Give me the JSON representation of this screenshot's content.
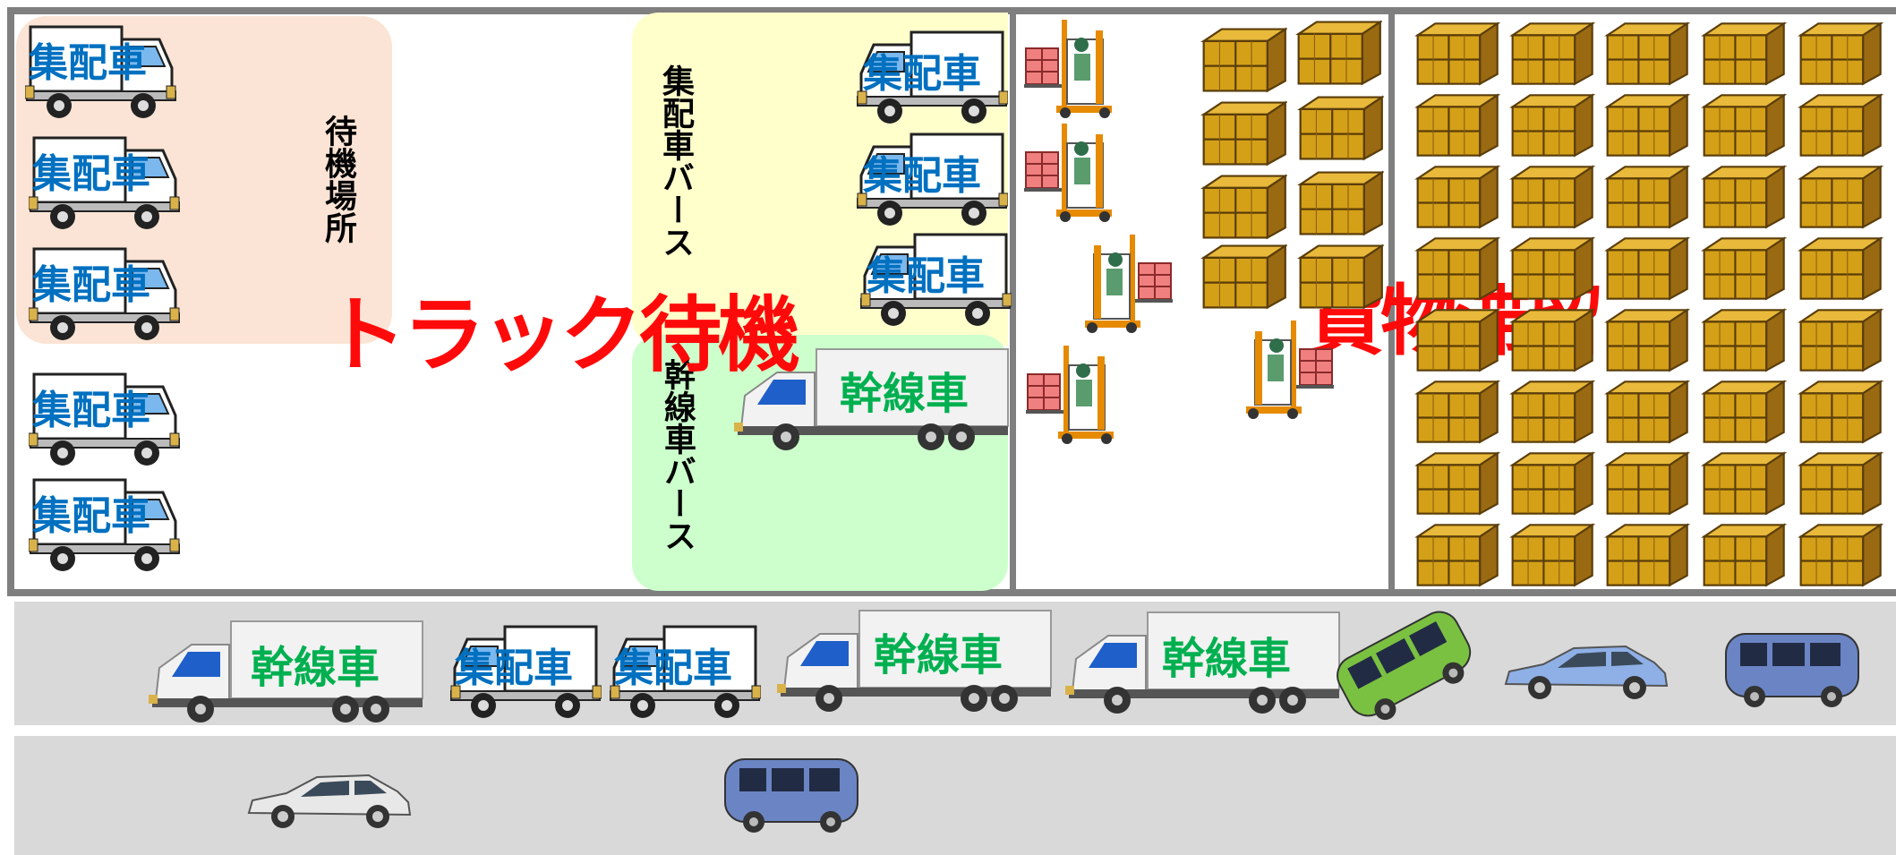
{
  "labels": {
    "waiting_area": "待機場所",
    "delivery_berth": "集配車バース",
    "trunk_berth": "幹線車バース",
    "truck_waiting": "トラック待機",
    "cargo_stagnation": "貨物滞留"
  },
  "vehicles": {
    "delivery_truck": "集配車",
    "trunk_truck": "幹線車"
  },
  "colors": {
    "waiting_zone": "#fbe4d5",
    "delivery_zone": "#ffffcc",
    "trunk_zone": "#ccffcc",
    "wall": "#7f7f7f",
    "road": "#d9d9d9",
    "headline_red": "#ff0a0a",
    "delivery_text": "#0070c0",
    "trunk_text": "#00b050",
    "pallet": "#d4a017",
    "forklift_load": "#f08080"
  },
  "icons": [
    "delivery-truck-icon",
    "trunk-truck-icon",
    "forklift-icon",
    "pallet-stack-icon",
    "car-icon",
    "minivan-icon"
  ]
}
